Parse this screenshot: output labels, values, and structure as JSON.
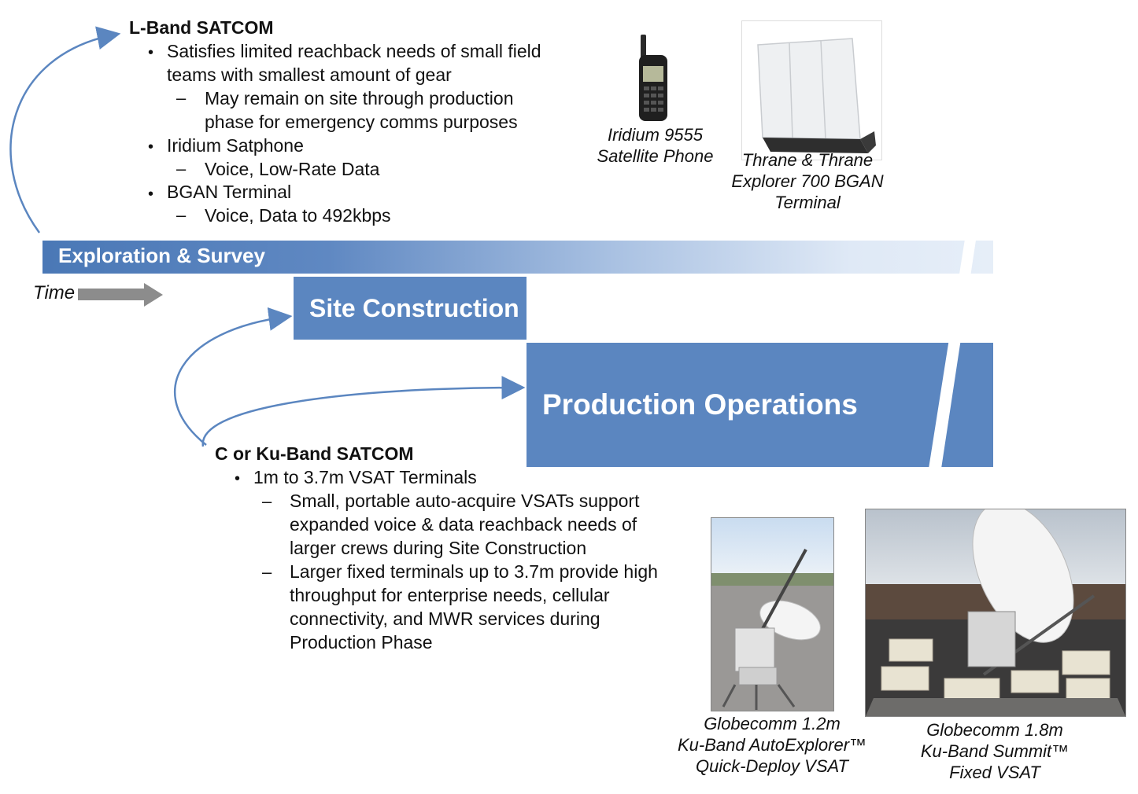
{
  "lband": {
    "title": "L-Band SATCOM",
    "b1_line1": "Satisfies limited reachback needs of small field",
    "b1_line2": "teams with smallest amount of gear",
    "b1_sub_line1": "May remain on site through production",
    "b1_sub_line2": "phase for emergency comms purposes",
    "b2": "Iridium Satphone",
    "b2_sub": "Voice, Low-Rate Data",
    "b3": "BGAN Terminal",
    "b3_sub": "Voice, Data to 492kbps"
  },
  "phases": {
    "exploration": "Exploration & Survey",
    "site": "Site Construction",
    "production": "Production Operations",
    "time": "Time"
  },
  "cku": {
    "title": "C or Ku-Band SATCOM",
    "b1": "1m to 3.7m VSAT Terminals",
    "s1_line1": "Small, portable auto-acquire VSATs support",
    "s1_line2": "expanded voice & data reachback needs of",
    "s1_line3": "larger crews during Site Construction",
    "s2_line1": "Larger fixed terminals up to 3.7m provide high",
    "s2_line2": "throughput for enterprise needs, cellular",
    "s2_line3": "connectivity, and MWR services during",
    "s2_line4": "Production Phase"
  },
  "captions": {
    "iridium_l1": "Iridium 9555",
    "iridium_l2": "Satellite Phone",
    "thrane_l1": "Thrane & Thrane",
    "thrane_l2": "Explorer 700 BGAN",
    "thrane_l3": "Terminal",
    "auto_l1": "Globecomm 1.2m",
    "auto_l2": "Ku-Band AutoExplorer™",
    "auto_l3": "Quick-Deploy VSAT",
    "summit_l1": "Globecomm 1.8m",
    "summit_l2": "Ku-Band Summit™",
    "summit_l3": "Fixed VSAT"
  },
  "colors": {
    "phase_blue": "#5b86c0",
    "arrow_blue": "#5b86c0",
    "time_arrow_gray": "#8c8c8c"
  },
  "icons": [
    "satellite-phone-image",
    "bgan-terminal-image",
    "autoexplorer-vsat-image",
    "summit-vsat-image",
    "time-arrow-icon"
  ]
}
